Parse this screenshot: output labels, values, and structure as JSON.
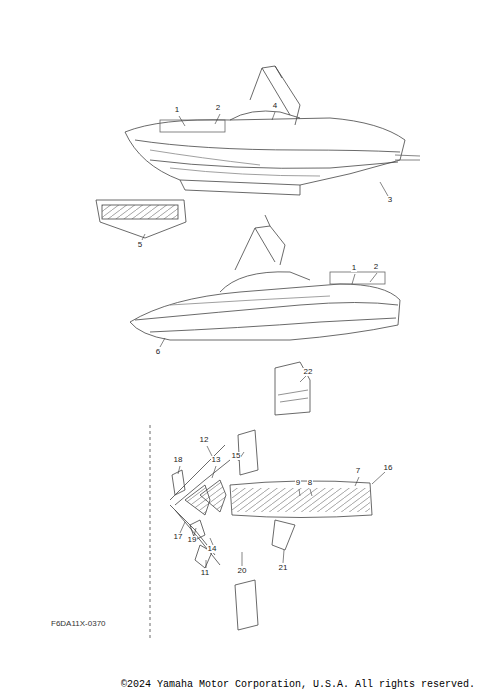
{
  "diagram": {
    "labels": [
      "1",
      "2",
      "4",
      "3",
      "5",
      "1",
      "2",
      "6",
      "22",
      "12",
      "18",
      "13",
      "15",
      "16",
      "7",
      "9",
      "8",
      "17",
      "19",
      "14",
      "11",
      "20",
      "21",
      "F6DA11X-0370",
      "©2024 Yamaha Motor Corporation, U.S.A. All rights reserved."
    ]
  }
}
